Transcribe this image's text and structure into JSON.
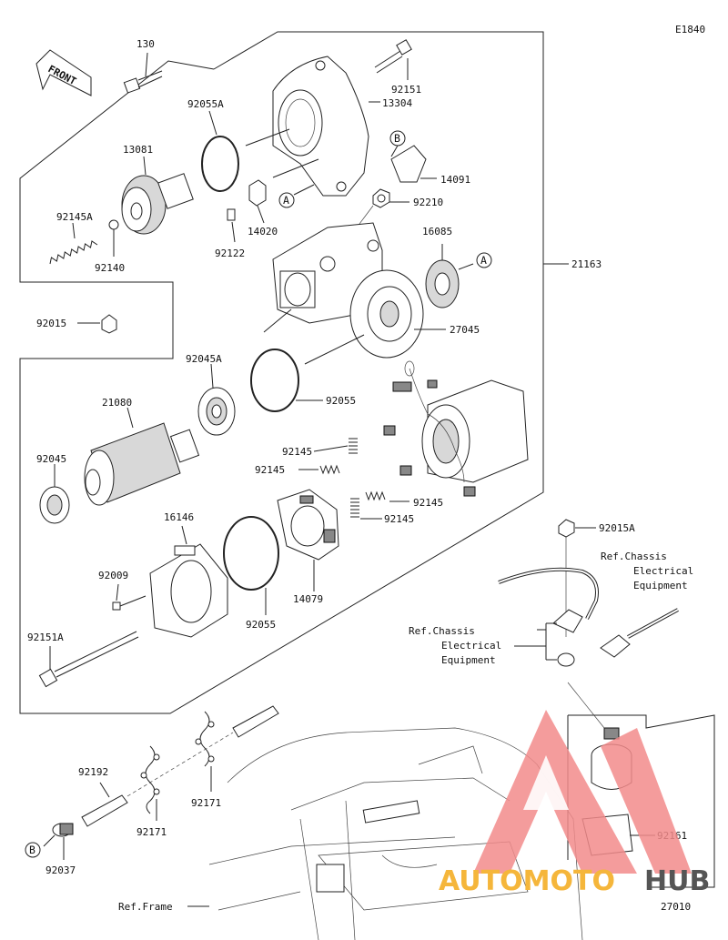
{
  "diagram_code": "E1840",
  "front_label": "FRONT",
  "callout_letters": {
    "a": "A",
    "b": "B"
  },
  "parts": {
    "p130": "130",
    "p92151": "92151",
    "p13304": "13304",
    "p92055A": "92055A",
    "p13081": "13081",
    "p14091": "14091",
    "p92210": "92210",
    "p14020": "14020",
    "p92145A": "92145A",
    "p92122": "92122",
    "p16085": "16085",
    "p92140": "92140",
    "p21163": "21163",
    "p92015": "92015",
    "p27045": "27045",
    "p92045A": "92045A",
    "p92055": "92055",
    "p21080": "21080",
    "p92145": "92145",
    "p92045": "92045",
    "p16146": "16146",
    "p92015A": "92015A",
    "p92009": "92009",
    "p14079": "14079",
    "p92151A": "92151A",
    "p92192": "92192",
    "p92171": "92171",
    "p92161": "92161",
    "p92037": "92037",
    "p27010": "27010"
  },
  "refs": {
    "chassis_1": "Ref.Chassis",
    "chassis_2": "Electrical",
    "chassis_3": "Equipment",
    "frame": "Ref.Frame"
  },
  "watermark": {
    "part1": "AUTOMOTO",
    "part2": "HUB",
    "color1": "#f5b63b",
    "color2": "#555555",
    "logo_color": "#f28b8b"
  }
}
